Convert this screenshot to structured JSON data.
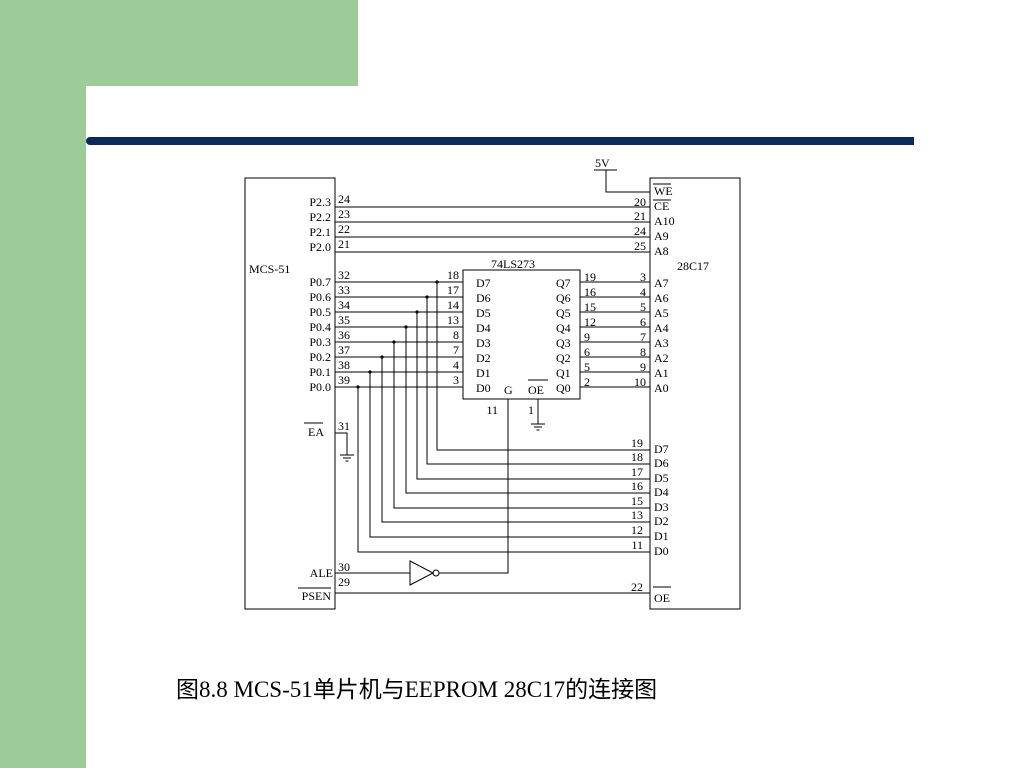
{
  "caption": "图8.8  MCS-51单片机与EEPROM 28C17的连接图",
  "supply": "5V",
  "mcu": {
    "name": "MCS-51",
    "port2": [
      {
        "label": "P2.3",
        "pin": "24"
      },
      {
        "label": "P2.2",
        "pin": "23"
      },
      {
        "label": "P2.1",
        "pin": "22"
      },
      {
        "label": "P2.0",
        "pin": "21"
      }
    ],
    "port0": [
      {
        "label": "P0.7",
        "pin": "32"
      },
      {
        "label": "P0.6",
        "pin": "33"
      },
      {
        "label": "P0.5",
        "pin": "34"
      },
      {
        "label": "P0.4",
        "pin": "35"
      },
      {
        "label": "P0.3",
        "pin": "36"
      },
      {
        "label": "P0.2",
        "pin": "37"
      },
      {
        "label": "P0.1",
        "pin": "38"
      },
      {
        "label": "P0.0",
        "pin": "39"
      }
    ],
    "ea": {
      "label": "EA",
      "pin": "31"
    },
    "ale": {
      "label": "ALE",
      "pin": "30"
    },
    "psen": {
      "label": "PSEN",
      "pin": "29"
    }
  },
  "latch": {
    "name": "74LS273",
    "inputs": [
      {
        "label": "D7",
        "pin": "18"
      },
      {
        "label": "D6",
        "pin": "17"
      },
      {
        "label": "D5",
        "pin": "14"
      },
      {
        "label": "D4",
        "pin": "13"
      },
      {
        "label": "D3",
        "pin": "8"
      },
      {
        "label": "D2",
        "pin": "7"
      },
      {
        "label": "D1",
        "pin": "4"
      },
      {
        "label": "D0",
        "pin": "3"
      }
    ],
    "outputs": [
      {
        "label": "Q7",
        "pin": "19"
      },
      {
        "label": "Q6",
        "pin": "16"
      },
      {
        "label": "Q5",
        "pin": "15"
      },
      {
        "label": "Q4",
        "pin": "12"
      },
      {
        "label": "Q3",
        "pin": "9"
      },
      {
        "label": "Q2",
        "pin": "6"
      },
      {
        "label": "Q1",
        "pin": "5"
      },
      {
        "label": "Q0",
        "pin": "2"
      }
    ],
    "g": {
      "label": "G",
      "pin": "11"
    },
    "oe": {
      "label": "OE",
      "pin": "1"
    }
  },
  "eeprom": {
    "name": "28C17",
    "we": {
      "label": "WE",
      "pin": "20"
    },
    "upper": [
      {
        "label": "CE",
        "pin": "21"
      },
      {
        "label": "A10",
        "pin": "24"
      },
      {
        "label": "A9",
        "pin": "25"
      },
      {
        "label": "A8",
        "pin": ""
      }
    ],
    "addr": [
      {
        "label": "A7",
        "pin": "3"
      },
      {
        "label": "A6",
        "pin": "4"
      },
      {
        "label": "A5",
        "pin": "5"
      },
      {
        "label": "A4",
        "pin": "6"
      },
      {
        "label": "A3",
        "pin": "7"
      },
      {
        "label": "A2",
        "pin": "8"
      },
      {
        "label": "A1",
        "pin": "9"
      },
      {
        "label": "A0",
        "pin": "10"
      }
    ],
    "data": [
      {
        "label": "D7",
        "pin": "19"
      },
      {
        "label": "D6",
        "pin": "18"
      },
      {
        "label": "D5",
        "pin": "17"
      },
      {
        "label": "D4",
        "pin": "16"
      },
      {
        "label": "D3",
        "pin": "15"
      },
      {
        "label": "D2",
        "pin": "13"
      },
      {
        "label": "D1",
        "pin": "12"
      },
      {
        "label": "D0",
        "pin": "11"
      }
    ],
    "oe": {
      "label": "OE",
      "pin": "22"
    }
  }
}
